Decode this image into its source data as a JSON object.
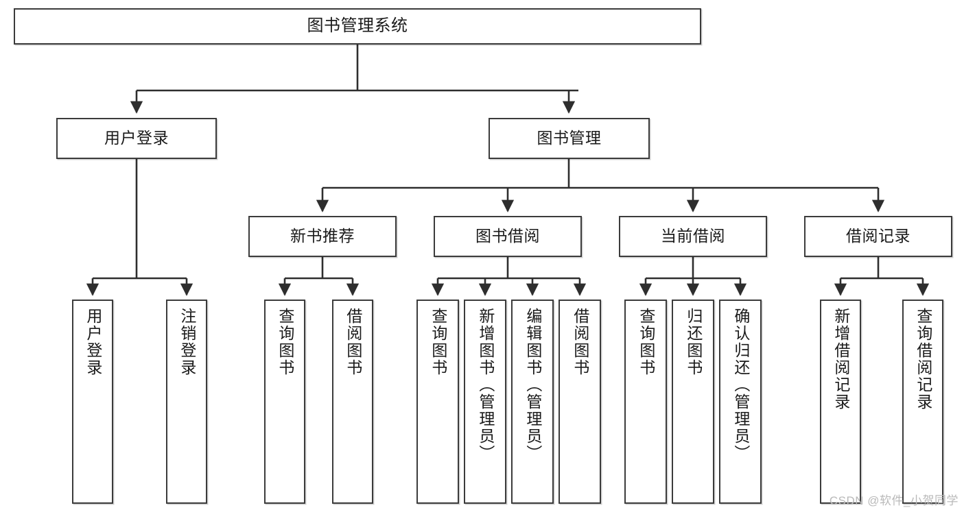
{
  "diagram": {
    "type": "tree-hierarchy-chart",
    "title": "图书管理系统",
    "stroke_color": "#3b3b3b",
    "fill_color": "#ffffff",
    "text_color": "#1a1a1a"
  },
  "nodes": {
    "root": {
      "label": "图书管理系统"
    },
    "level2": [
      {
        "id": "user-login",
        "label": "用户登录"
      },
      {
        "id": "book-manage",
        "label": "图书管理"
      }
    ],
    "level3": [
      {
        "id": "new-book-recommend",
        "label": "新书推荐"
      },
      {
        "id": "book-borrow",
        "label": "图书借阅"
      },
      {
        "id": "current-borrow",
        "label": "当前借阅"
      },
      {
        "id": "borrow-record",
        "label": "借阅记录"
      }
    ],
    "leaves": [
      {
        "id": "leaf-user-login",
        "label": "用户登录",
        "parent": "user-login"
      },
      {
        "id": "leaf-user-logout",
        "label": "注销登录",
        "parent": "user-login"
      },
      {
        "id": "leaf-query-book-1",
        "label": "查询图书",
        "parent": "new-book-recommend"
      },
      {
        "id": "leaf-borrow-book-1",
        "label": "借阅图书",
        "parent": "new-book-recommend"
      },
      {
        "id": "leaf-query-book-2",
        "label": "查询图书",
        "parent": "book-borrow"
      },
      {
        "id": "leaf-add-book",
        "label": "新增图书（管理员）",
        "parent": "book-borrow"
      },
      {
        "id": "leaf-edit-book",
        "label": "编辑图书（管理员）",
        "parent": "book-borrow"
      },
      {
        "id": "leaf-borrow-book-2",
        "label": "借阅图书",
        "parent": "book-borrow"
      },
      {
        "id": "leaf-query-book-3",
        "label": "查询图书",
        "parent": "current-borrow"
      },
      {
        "id": "leaf-return-book",
        "label": "归还图书",
        "parent": "current-borrow"
      },
      {
        "id": "leaf-confirm-return",
        "label": "确认归还（管理员）",
        "parent": "current-borrow"
      },
      {
        "id": "leaf-add-borrow-record",
        "label": "新增借阅记录",
        "parent": "borrow-record"
      },
      {
        "id": "leaf-query-borrow-record",
        "label": "查询借阅记录",
        "parent": "borrow-record"
      }
    ]
  },
  "watermark": {
    "text": "CSDN @软件_小贺同学"
  }
}
